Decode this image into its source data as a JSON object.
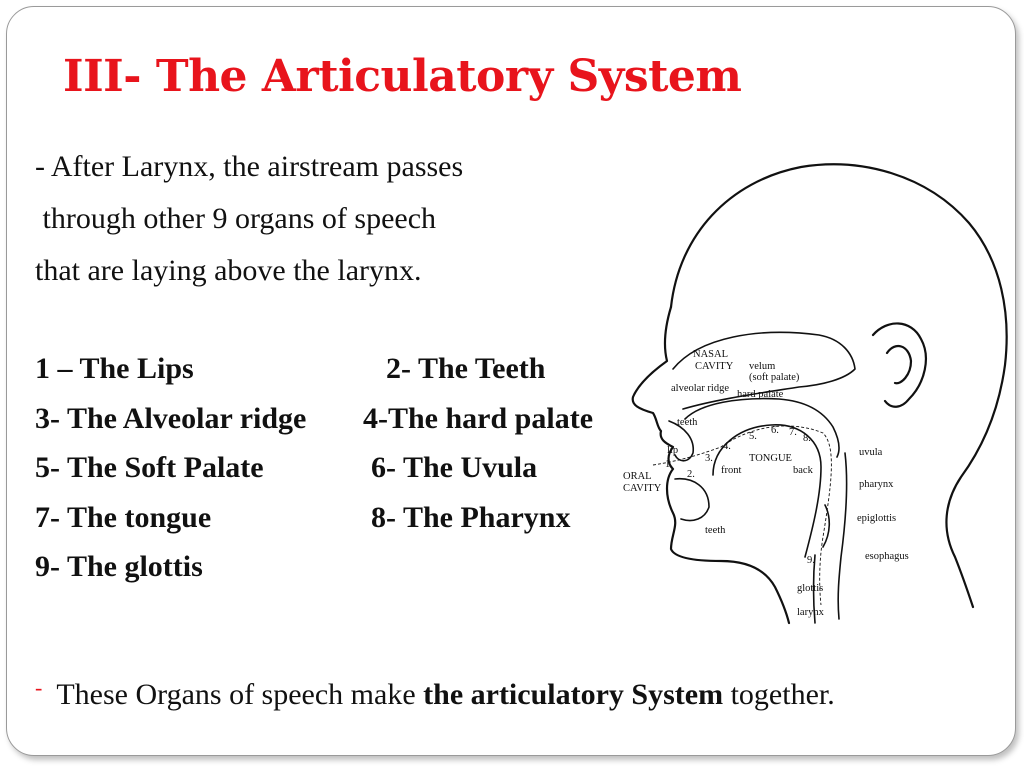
{
  "slide": {
    "title": "III- The Articulatory System",
    "intro_lines": [
      "- After Larynx, the airstream passes",
      " through other 9 organs of speech",
      "that are laying above the larynx."
    ],
    "organs": [
      {
        "left": "1 – The Lips",
        "right": "2- The Teeth"
      },
      {
        "left": "3- The Alveolar ridge",
        "right": "4-The hard palate"
      },
      {
        "left": "5- The Soft Palate",
        "right": "6- The Uvula"
      },
      {
        "left": "7- The tongue",
        "right": "8- The Pharynx"
      },
      {
        "left": "9- The glottis",
        "right": ""
      }
    ],
    "bullet": {
      "mark": "-",
      "before": "These Organs of speech make ",
      "bold": "the articulatory System",
      "after": " together."
    }
  },
  "diagram": {
    "labels": {
      "nasal": "NASAL",
      "cavity": "CAVITY",
      "velum": "velum",
      "soft_palate": "(soft palate)",
      "alveolar_ridge": "alveolar ridge",
      "hard_palate": "hard palate",
      "teeth_upper": "teeth",
      "lip": "lip",
      "oral": "ORAL",
      "oral_cavity": "CAVITY",
      "tongue": "TONGUE",
      "front": "front",
      "back": "back",
      "uvula": "uvula",
      "pharynx": "pharynx",
      "epiglottis": "epiglottis",
      "esophagus": "esophagus",
      "teeth_lower": "teeth",
      "glottis": "glottis",
      "larynx": "larynx"
    },
    "numbers": [
      "1.",
      "2.",
      "3.",
      "4.",
      "5.",
      "6.",
      "7.",
      "8.",
      "9."
    ]
  }
}
